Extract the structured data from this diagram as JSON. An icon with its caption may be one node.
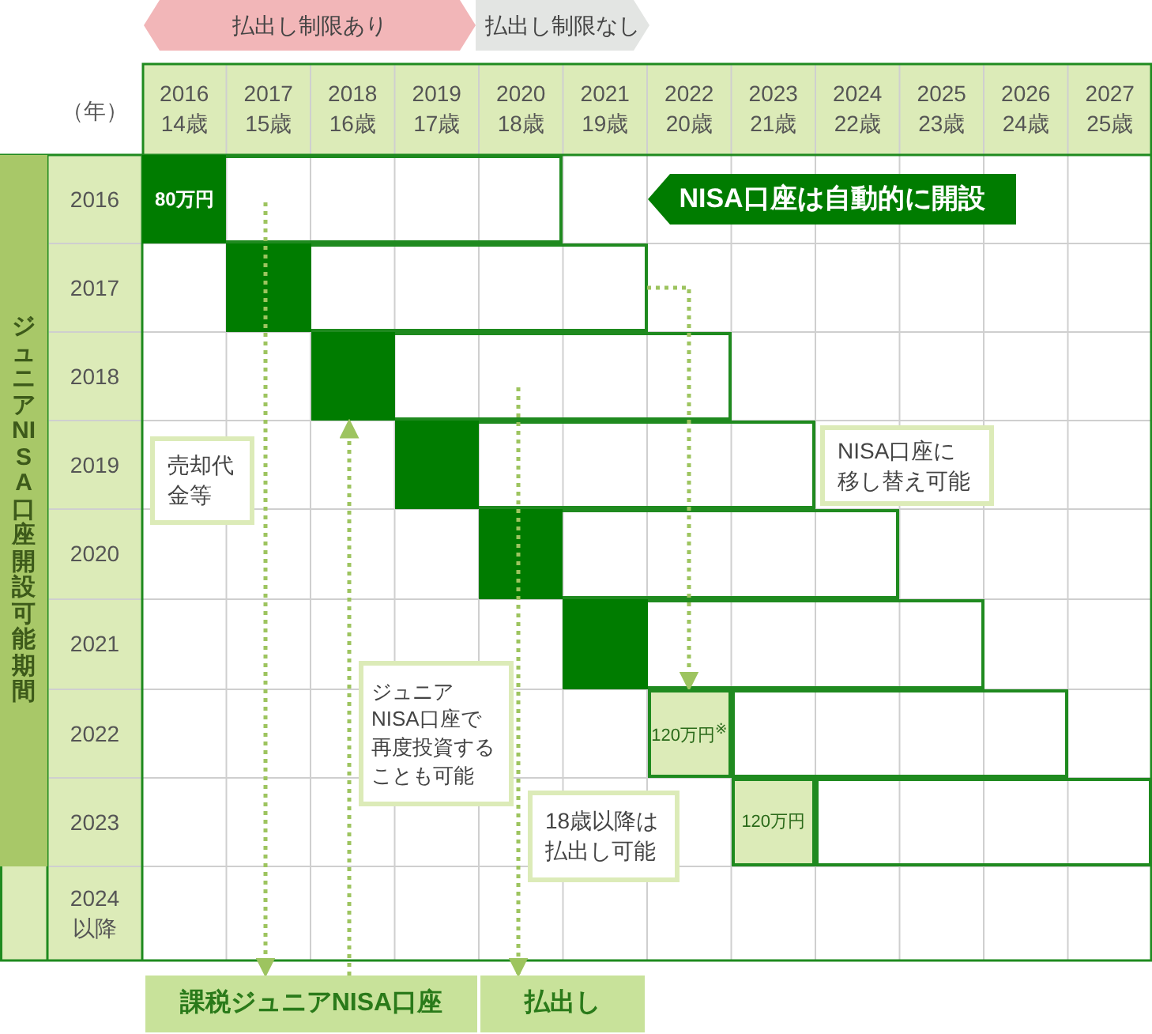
{
  "diagram": {
    "nodes": [
      {
        "text": [
          "払出し制限あり"
        ]
      },
      {
        "text": [
          "払出し制限なし"
        ]
      },
      {
        "text": [
          "ジュニアNISA口座開設可能期間"
        ]
      },
      {
        "text": [],
        "shape": "box"
      },
      {
        "text": [
          "80万円"
        ],
        "in": 3
      },
      {
        "text": [
          "NISA口座は自動的に開設"
        ]
      },
      {
        "text": [],
        "shape": "box"
      },
      {
        "text": [],
        "shape": "box",
        "in": 6
      },
      {
        "text": [],
        "shape": "box"
      },
      {
        "text": [],
        "shape": "box",
        "in": 8
      },
      {
        "text": [],
        "shape": "box"
      },
      {
        "text": [],
        "shape": "box",
        "in": 10
      },
      {
        "text": [
          "売却代金等"
        ]
      },
      {
        "text": [
          "NISA口座に移し替え可能"
        ]
      },
      {
        "text": [],
        "shape": "box"
      },
      {
        "text": [],
        "shape": "box",
        "in": 14
      },
      {
        "text": [],
        "shape": "box"
      },
      {
        "text": [],
        "shape": "box",
        "in": 16
      },
      {
        "text": [
          "ジュニアNISA口座で再度投資することも可能"
        ]
      },
      {
        "text": [
          "120万円$^{※}$"
        ]
      },
      {
        "text": [],
        "shape": "box"
      },
      {
        "text": [
          "18歳以降は払出し可能"
        ]
      },
      {
        "text": [
          "120万円"
        ]
      },
      {
        "text": [],
        "shape": "box"
      },
      {
        "text": [
          "課税ジュニアNISA口座"
        ]
      },
      {
        "text": [
          "払出し"
        ]
      }
    ],
    "edges": [
      {
        "from": null,
        "to": 24,
        "arrow": "to",
        "style": "dashed"
      },
      {
        "from": 24,
        "to": 9,
        "arrow": "to",
        "style": "dashed"
      },
      {
        "from": null,
        "to": 25,
        "arrow": "to",
        "style": "dashed"
      },
      {
        "from": 6,
        "to": 19,
        "arrow": "to",
        "style": "dashed"
      }
    ],
    "labels": [
      "（年）",
      "2016 14歳",
      "2017 15歳",
      "2018 16歳",
      "2019 17歳",
      "2020 18歳",
      "2021 19歳",
      "2022 20歳",
      "2023 21歳",
      "2024 22歳",
      "2025 23歳",
      "2026 24歳",
      "2027 25歳",
      "2016",
      "2017",
      "2018",
      "2019",
      "2020",
      "2021",
      "2022",
      "2023",
      "2024 以降"
    ]
  }
}
